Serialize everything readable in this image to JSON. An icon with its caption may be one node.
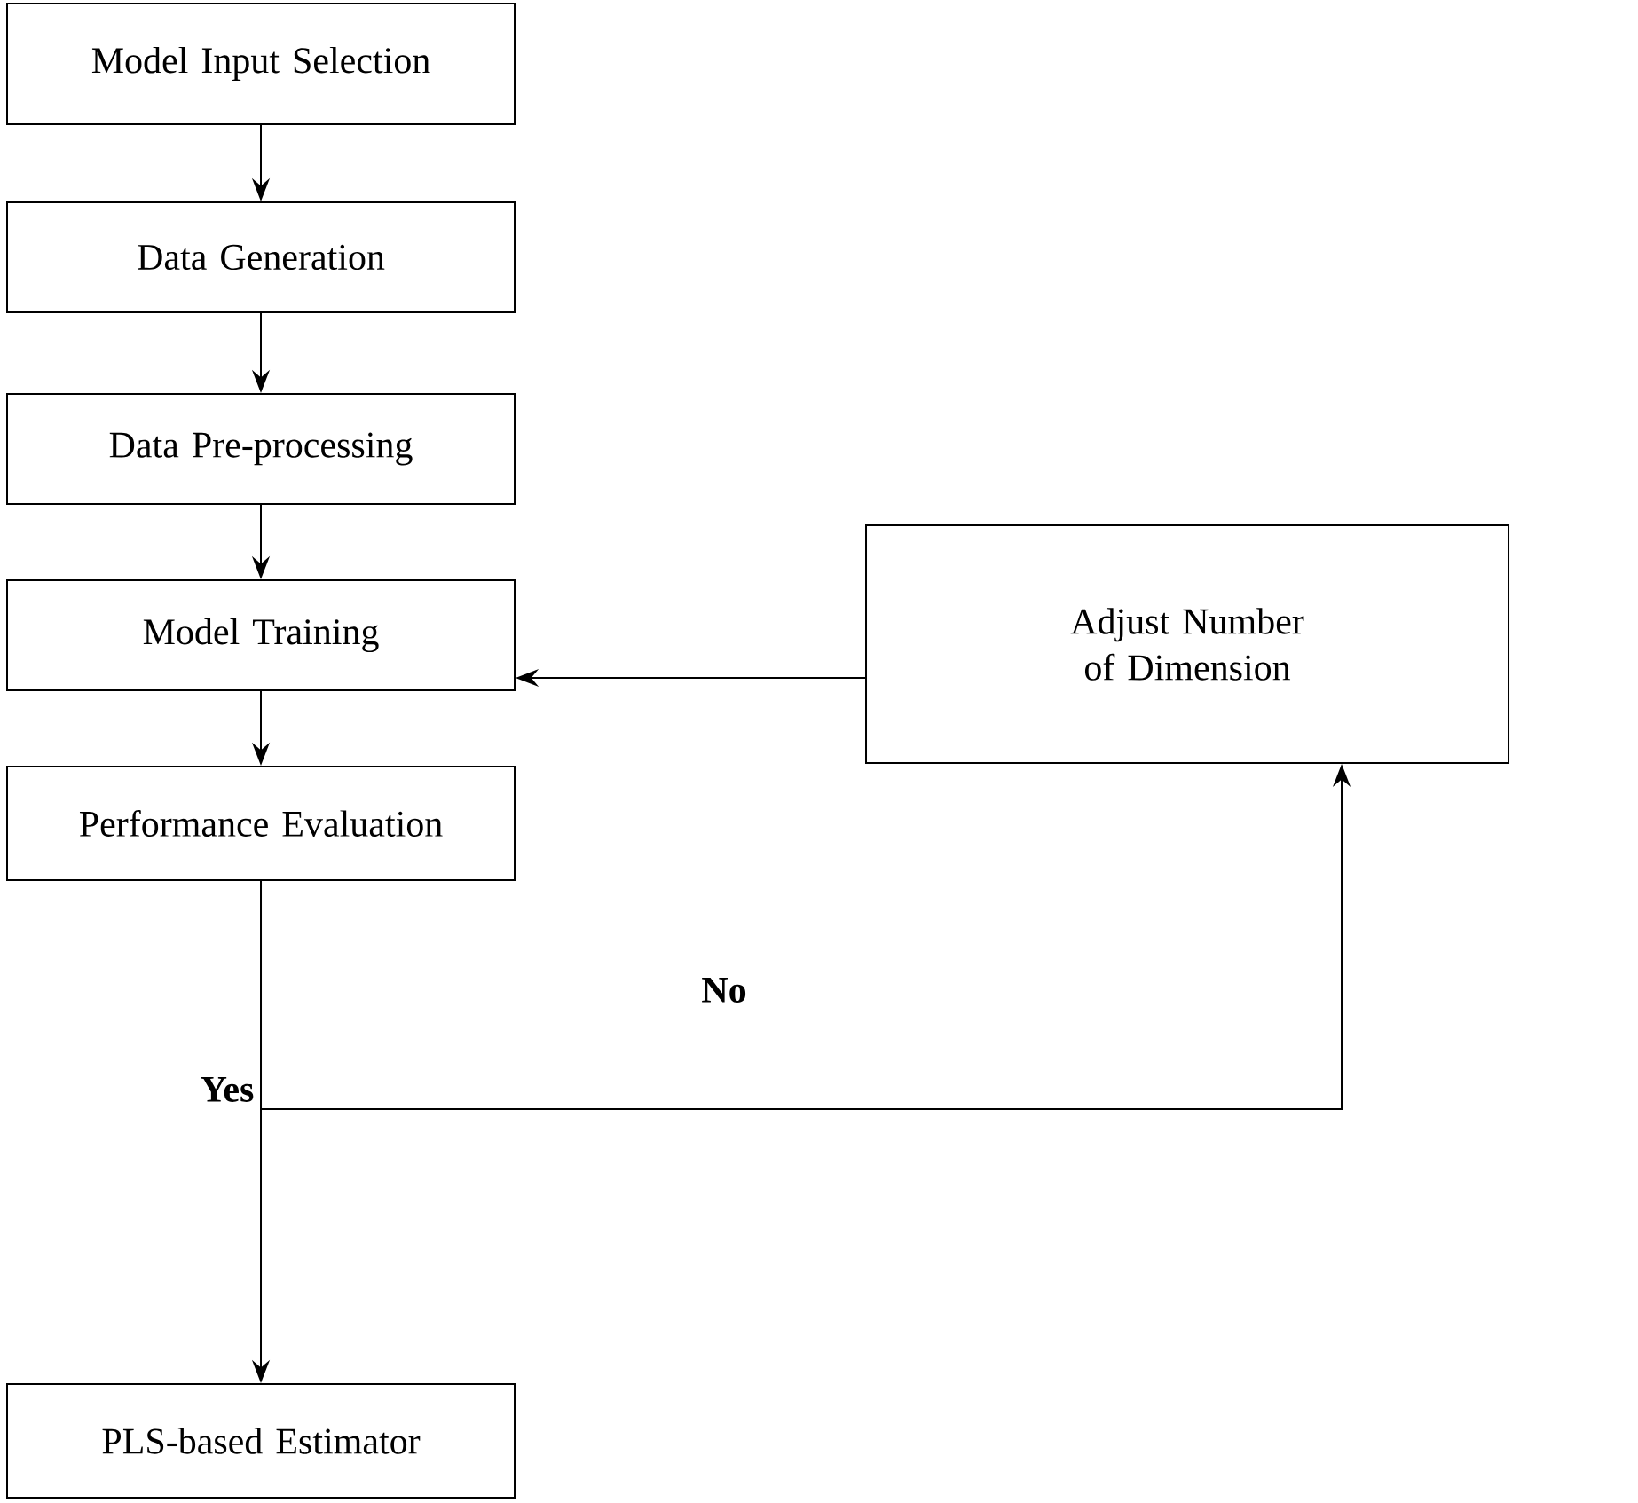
{
  "diagram": {
    "nodes": [
      {
        "text": [
          "Model Input Selection"
        ]
      },
      {
        "text": [
          "Data Generation"
        ]
      },
      {
        "text": [
          "Data Pre-processing"
        ]
      },
      {
        "text": [
          "Model Training"
        ]
      },
      {
        "text": [
          "Performance Evaluation"
        ]
      },
      {
        "text": [
          "PLS-based Estimator"
        ]
      },
      {
        "text": [
          "Adjust Number of Dimension"
        ]
      }
    ],
    "edges": [
      {
        "from": 0,
        "to": 1,
        "arrow": "to"
      },
      {
        "from": 1,
        "to": 2,
        "arrow": "to"
      },
      {
        "from": 2,
        "to": 3,
        "arrow": "to"
      },
      {
        "from": 3,
        "to": 4,
        "arrow": "to"
      },
      {
        "from": 6,
        "to": 3,
        "arrow": "to"
      },
      {
        "from": 4,
        "to": 5,
        "arrow": "to",
        "label": "Yes"
      },
      {
        "from": 4,
        "to": 6,
        "arrow": "to",
        "label": "No"
      }
    ]
  }
}
